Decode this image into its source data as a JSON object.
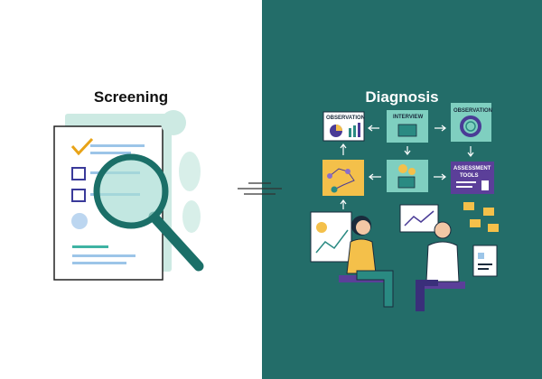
{
  "screening": {
    "title": "Screening"
  },
  "diagnosis": {
    "title": "Diagnosis",
    "boxes": {
      "observation_chart": "OBSERVATION",
      "interview": "INTERVIEW",
      "observation_ring": "OBSERVATION",
      "assessment_line1": "ASSESSMENT",
      "assessment_line2": "TOOLS"
    }
  },
  "colors": {
    "teal_bg": "#236d69",
    "mint": "#7fcfc0",
    "yellow": "#f4c04a",
    "purple": "#5b3f99"
  }
}
